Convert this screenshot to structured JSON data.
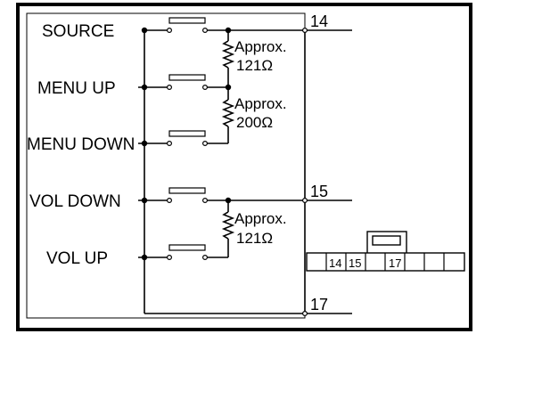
{
  "switches": [
    {
      "label": "SOURCE"
    },
    {
      "label": "MENU UP"
    },
    {
      "label": "MENU DOWN"
    },
    {
      "label": "VOL DOWN"
    },
    {
      "label": "VOL UP"
    }
  ],
  "resistors": [
    {
      "line1": "Approx.",
      "line2": "121Ω"
    },
    {
      "line1": "Approx.",
      "line2": "200Ω"
    },
    {
      "line1": "Approx.",
      "line2": "121Ω"
    }
  ],
  "terminals": {
    "t14": "14",
    "t15": "15",
    "t17": "17"
  },
  "connector": {
    "pins": [
      "14",
      "15",
      "17"
    ]
  }
}
